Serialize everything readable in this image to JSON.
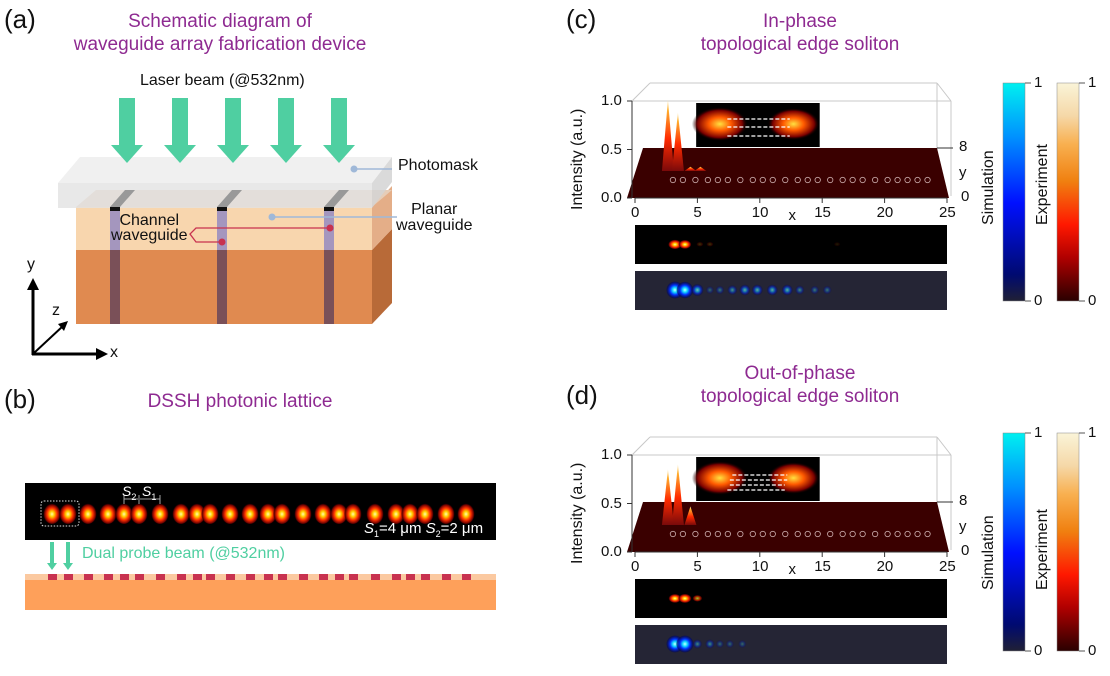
{
  "panels": {
    "a": {
      "label": "(a)",
      "title_line1": "Schematic diagram of",
      "title_line2": "waveguide array fabrication device",
      "laser_label": "Laser beam (@532nm)",
      "photomask_label": "Photomask",
      "planar_label_line1": "Planar",
      "planar_label_line2": "waveguide",
      "channel_label_line1": "Channel",
      "channel_label_line2": "waveguide",
      "axis_y": "y",
      "axis_z": "z",
      "axis_x": "x",
      "arrow_count": 5,
      "channel_count": 3
    },
    "b": {
      "label": "(b)",
      "title": "DSSH photonic lattice",
      "s2_label": "S",
      "s2_sub": "2",
      "s1_label": "S",
      "s1_sub": "1",
      "spacing_text_s1": "=4 μm",
      "spacing_text_s2": "=2 μm",
      "probe_label": "Dual probe beam (@532nm)",
      "waveguide_positions": [
        0,
        1,
        2,
        3,
        4,
        5,
        6,
        7,
        8,
        9,
        10,
        11,
        12,
        13,
        14,
        15,
        16,
        17,
        18,
        19,
        20,
        21,
        22,
        23,
        24
      ]
    },
    "c": {
      "label": "(c)",
      "title_line1": "In-phase",
      "title_line2": "topological edge soliton"
    },
    "d": {
      "label": "(d)",
      "title_line1": "Out-of-phase",
      "title_line2": "topological edge soliton"
    }
  },
  "colors": {
    "title_purple": "#8e2a91",
    "laser_green": "#4fcfa1",
    "substrate_orange": "#e08a50",
    "planar_peach": "#f8d6ae",
    "channel_purple": "#9a8fc0",
    "marker_red": "#c8324f",
    "photomask_gray": "#e9e9e9",
    "floor_dark": "#3a0000",
    "lattice_orange": "#fea05a"
  },
  "chart_data": [
    {
      "type": "surface3d",
      "panel": "c",
      "title": "In-phase topological edge soliton",
      "xlabel": "x",
      "ylabel": "y",
      "zlabel": "Intensity (a.u.)",
      "x_ticks": [
        "0",
        "5",
        "10",
        "15",
        "20",
        "25"
      ],
      "z_ticks": [
        "0.0",
        "0.5",
        "1.0"
      ],
      "y_ticks": [
        "0",
        "8"
      ],
      "xlim": [
        0,
        25
      ],
      "zlim": [
        0,
        1.0
      ],
      "peaks": [
        {
          "x": 2.8,
          "z": 1.0
        },
        {
          "x": 3.6,
          "z": 0.82
        },
        {
          "x": 4.6,
          "z": 0.06
        },
        {
          "x": 5.4,
          "z": 0.06
        }
      ],
      "site_circles_x": [
        2.8,
        3.6,
        4.6,
        5.6,
        6.4,
        7.2,
        8.2,
        9.2,
        10.0,
        10.8,
        11.8,
        12.8,
        13.6,
        14.4,
        15.4,
        16.4,
        17.2,
        18.0,
        19.0,
        20.0,
        20.8,
        21.6,
        22.4,
        23.2
      ],
      "experiment_strip_peaks": [
        {
          "x": 2.8,
          "v": 1.0
        },
        {
          "x": 3.6,
          "v": 0.9
        },
        {
          "x": 4.8,
          "v": 0.15
        },
        {
          "x": 5.6,
          "v": 0.15
        },
        {
          "x": 15.8,
          "v": 0.08
        }
      ],
      "simulation_strip_peaks": [
        {
          "x": 2.8,
          "v": 1.0
        },
        {
          "x": 3.6,
          "v": 0.95
        },
        {
          "x": 4.6,
          "v": 0.55
        },
        {
          "x": 5.6,
          "v": 0.2
        },
        {
          "x": 6.4,
          "v": 0.25
        },
        {
          "x": 7.4,
          "v": 0.35
        },
        {
          "x": 8.4,
          "v": 0.45
        },
        {
          "x": 9.4,
          "v": 0.45
        },
        {
          "x": 10.6,
          "v": 0.45
        },
        {
          "x": 11.8,
          "v": 0.45
        },
        {
          "x": 12.8,
          "v": 0.3
        },
        {
          "x": 14.0,
          "v": 0.25
        },
        {
          "x": 15.0,
          "v": 0.25
        }
      ],
      "colorbars": [
        {
          "name": "Simulation",
          "min": "0",
          "max": "1"
        },
        {
          "name": "Experiment",
          "min": "0",
          "max": "1"
        }
      ]
    },
    {
      "type": "surface3d",
      "panel": "d",
      "title": "Out-of-phase topological edge soliton",
      "xlabel": "x",
      "ylabel": "y",
      "zlabel": "Intensity (a.u.)",
      "x_ticks": [
        "0",
        "5",
        "10",
        "15",
        "20",
        "25"
      ],
      "z_ticks": [
        "0.0",
        "0.5",
        "1.0"
      ],
      "y_ticks": [
        "0",
        "8"
      ],
      "xlim": [
        0,
        25
      ],
      "zlim": [
        0,
        1.0
      ],
      "peaks": [
        {
          "x": 2.8,
          "z": 0.78
        },
        {
          "x": 3.6,
          "z": 0.85
        },
        {
          "x": 4.6,
          "z": 0.26
        }
      ],
      "site_circles_x": [
        2.8,
        3.6,
        4.6,
        5.6,
        6.4,
        7.2,
        8.2,
        9.2,
        10.0,
        10.8,
        11.8,
        12.8,
        13.6,
        14.4,
        15.4,
        16.4,
        17.2,
        18.0,
        19.0,
        20.0,
        20.8,
        21.6,
        22.4,
        23.2
      ],
      "experiment_strip_peaks": [
        {
          "x": 2.8,
          "v": 0.9
        },
        {
          "x": 3.6,
          "v": 0.95
        },
        {
          "x": 4.6,
          "v": 0.5
        }
      ],
      "simulation_strip_peaks": [
        {
          "x": 2.8,
          "v": 1.0
        },
        {
          "x": 3.6,
          "v": 1.0
        },
        {
          "x": 4.6,
          "v": 0.3
        },
        {
          "x": 5.6,
          "v": 0.3
        },
        {
          "x": 6.4,
          "v": 0.2
        },
        {
          "x": 7.2,
          "v": 0.2
        },
        {
          "x": 8.2,
          "v": 0.2
        }
      ],
      "colorbars": [
        {
          "name": "Simulation",
          "min": "0",
          "max": "1"
        },
        {
          "name": "Experiment",
          "min": "0",
          "max": "1"
        }
      ]
    }
  ]
}
